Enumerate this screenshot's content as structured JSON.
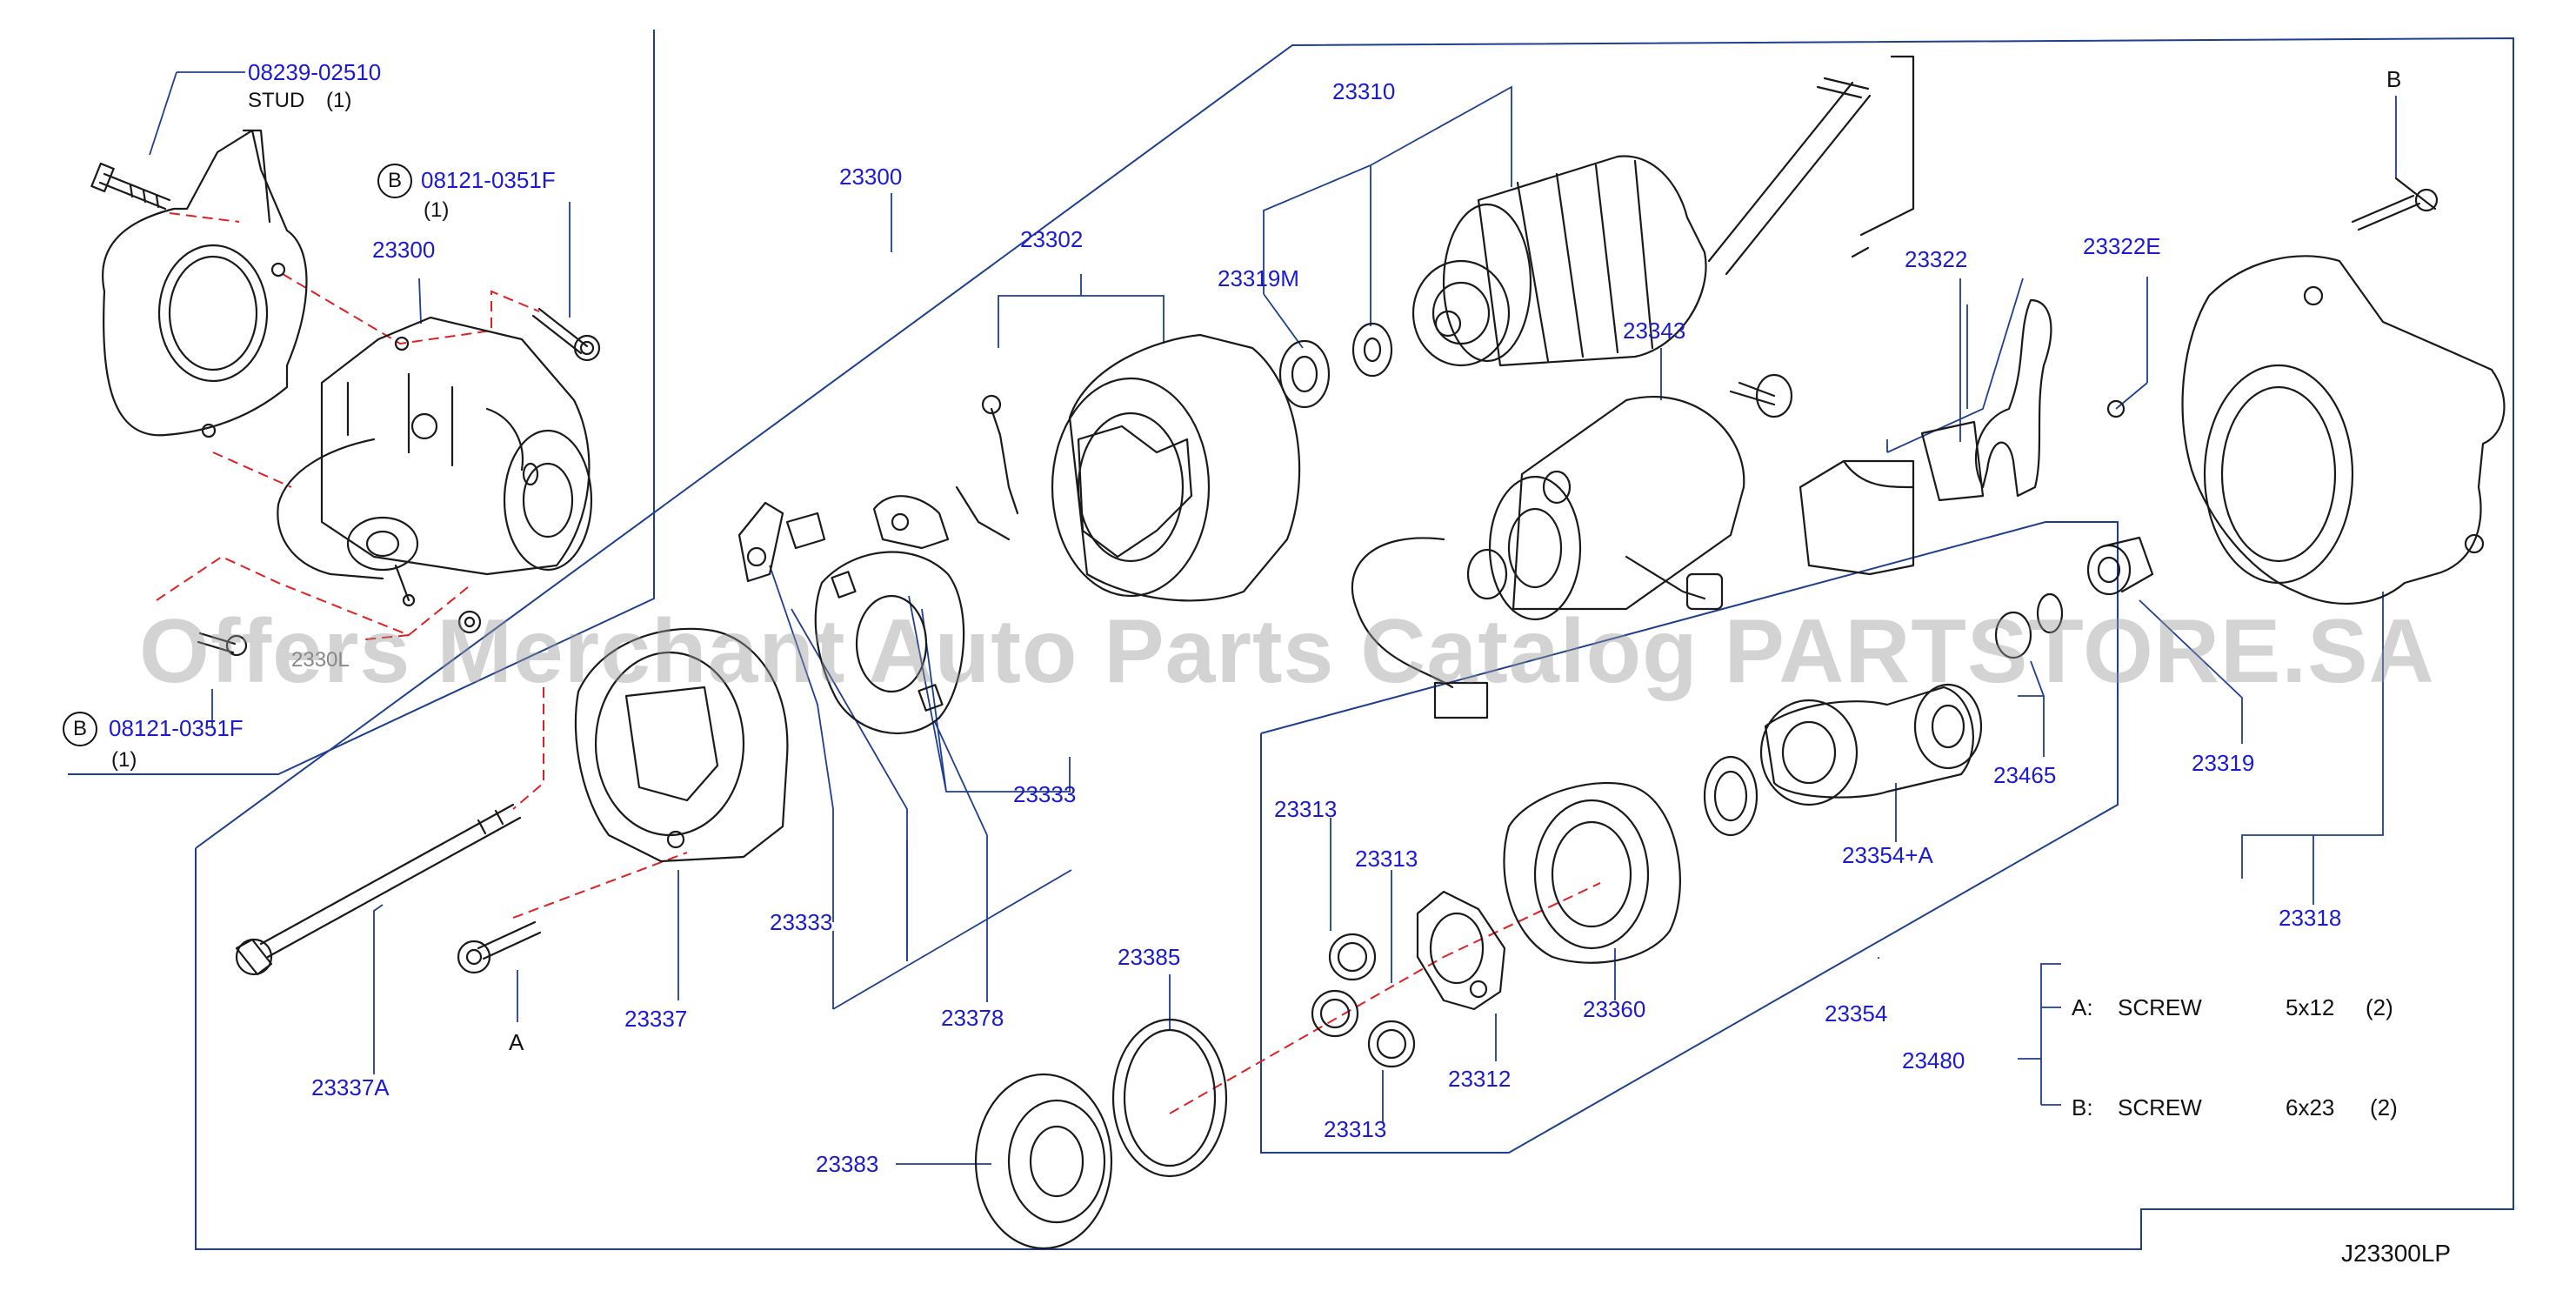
{
  "diagram": {
    "code": "J23300LP",
    "watermark": "Offers Merchant Auto Parts Catalog PARTSTORE.SA",
    "callouts": {
      "stud_part": "08239-02510",
      "stud_text": "STUD",
      "stud_qty": "(1)",
      "bolt_top_marker": "B",
      "bolt_top_part": "08121-0351F",
      "bolt_top_qty": "(1)",
      "starter_small": "23300",
      "starter_small_tag": "2330L",
      "bolt_bottom_marker": "B",
      "bolt_bottom_part": "08121-0351F",
      "bolt_bottom_qty": "(1)",
      "starter_main": "23300",
      "armature": "23310",
      "bearing_m": "23319M",
      "yoke": "23302",
      "solenoid": "23343",
      "lever_pack": "23322",
      "lever_e": "23322E",
      "housing_top_marker": "B",
      "brush_holder_top": "23333",
      "brush_holder_bottom": "23333",
      "brush_plate": "23378",
      "rear_cover": "23337",
      "thru_bolt": "23337A",
      "screw_marker": "A",
      "gear_1": "23313",
      "gear_2": "23313",
      "gear_3": "23313",
      "internal_gear": "23360",
      "carrier": "23312",
      "ring": "23385",
      "cap": "23383",
      "pinion": "23354+A",
      "stop_ring": "23465",
      "clutch": "23354",
      "bushing": "23319",
      "housing": "23318",
      "screw_kit": "23480"
    },
    "screw_table": {
      "rows": [
        {
          "key": "A:",
          "name": "SCREW",
          "size": "5x12",
          "qty": "(2)"
        },
        {
          "key": "B:",
          "name": "SCREW",
          "size": "6x23",
          "qty": "(2)"
        }
      ]
    }
  }
}
